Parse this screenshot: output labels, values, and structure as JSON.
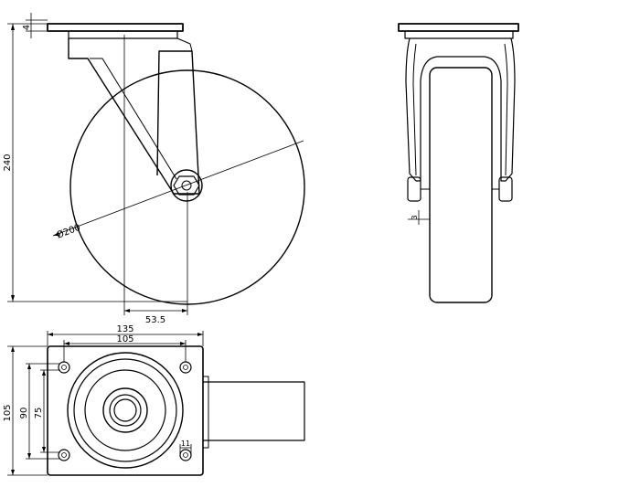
{
  "drawing": {
    "dimensions": {
      "plate_thickness": "4",
      "total_height": "240",
      "wheel_diameter": "Ø200",
      "offset": "53.5",
      "plate_width": "135",
      "hole_spacing_x": "105",
      "plate_depth": "105",
      "hole_spacing_y": "90",
      "inner_spacing": "75",
      "hole_diameter": "11",
      "axle_gap": "3"
    },
    "colors": {
      "line": "#000000",
      "background": "#ffffff"
    }
  }
}
